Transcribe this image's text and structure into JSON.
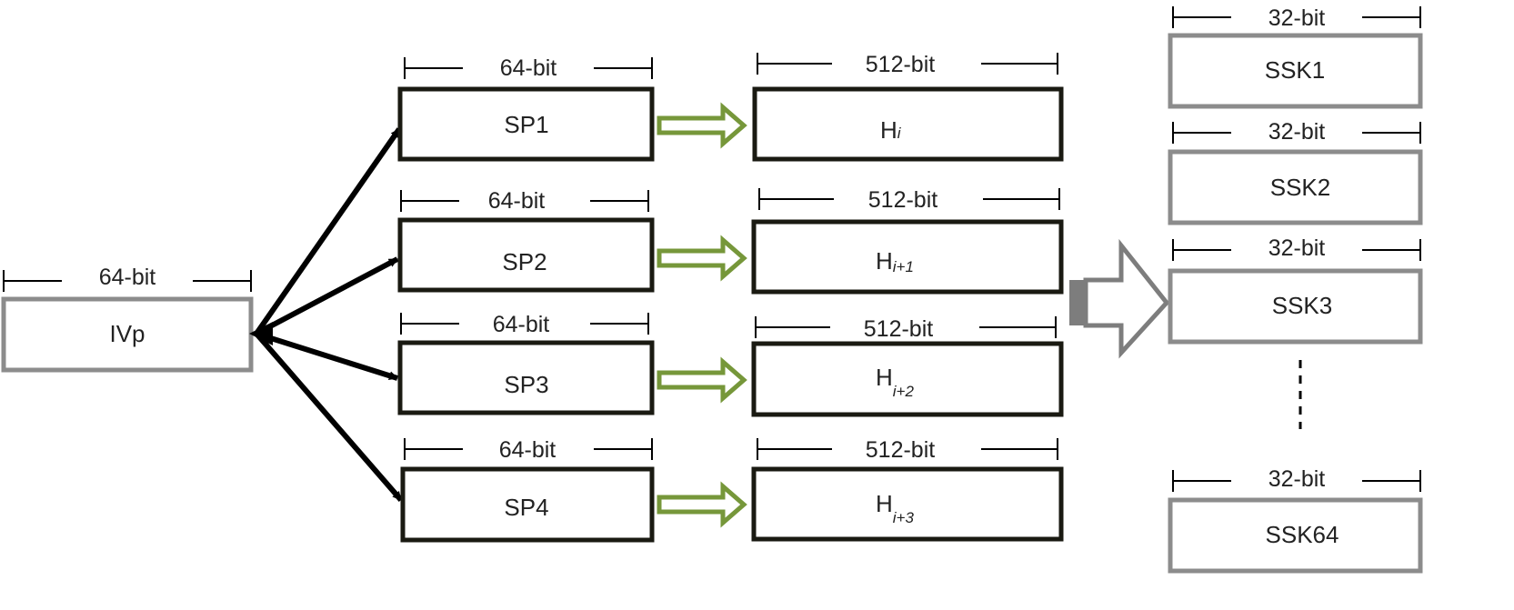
{
  "colors": {
    "dark_box": "#1a1a12",
    "gray_box": "#8c8c8c",
    "green_arrow": "#76973a",
    "black": "#000000",
    "merge_arrow": "#7d7d7d"
  },
  "iv": {
    "label": "IVp",
    "width": "64-bit"
  },
  "seeds": [
    {
      "label": "SP1",
      "width": "64-bit"
    },
    {
      "label": "SP2",
      "width": "64-bit"
    },
    {
      "label": "SP3",
      "width": "64-bit"
    },
    {
      "label": "SP4",
      "width": "64-bit"
    }
  ],
  "hashes": [
    {
      "base": "H",
      "sub": "i",
      "width": "512-bit"
    },
    {
      "base": "H",
      "sub": "i+1",
      "width": "512-bit"
    },
    {
      "base": "H",
      "sub": "i+2",
      "width": "512-bit"
    },
    {
      "base": "H",
      "sub": "i+3",
      "width": "512-bit"
    }
  ],
  "subkeys": [
    {
      "label": "SSK1",
      "width": "32-bit"
    },
    {
      "label": "SSK2",
      "width": "32-bit"
    },
    {
      "label": "SSK3",
      "width": "32-bit"
    },
    {
      "label": "SSK64",
      "width": "32-bit"
    }
  ]
}
